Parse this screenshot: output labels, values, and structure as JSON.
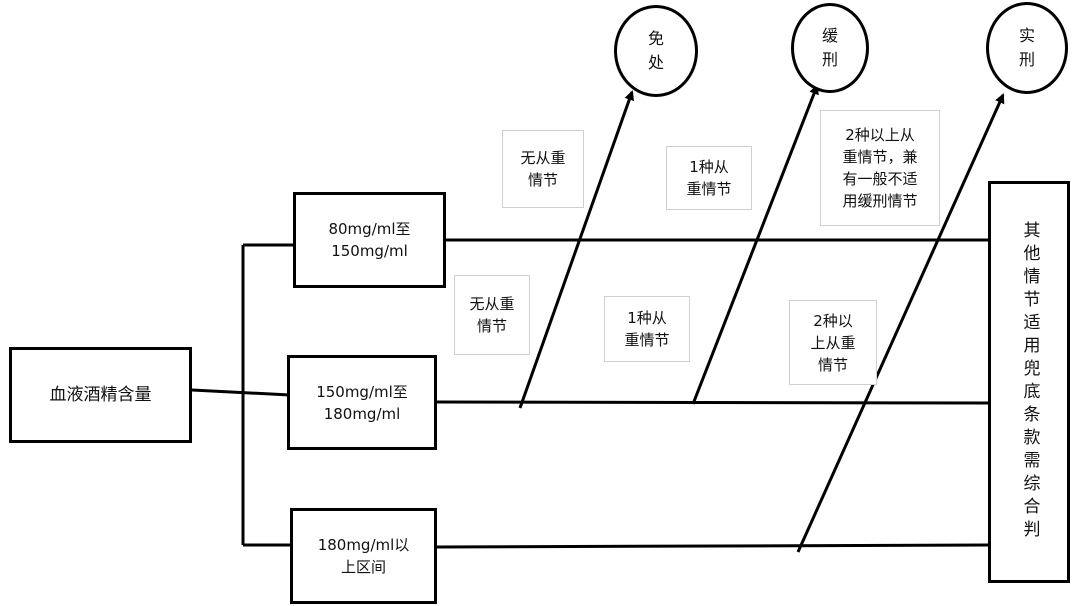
{
  "source_box": {
    "text": "血液酒精含量"
  },
  "ranges": [
    {
      "text": "80mg/ml至\n150mg/ml"
    },
    {
      "text": "150mg/ml至\n180mg/ml"
    },
    {
      "text": "180mg/ml以\n上区间"
    }
  ],
  "outcomes": [
    {
      "text": "免\n处"
    },
    {
      "text": "缓\n刑"
    },
    {
      "text": "实\n刑"
    }
  ],
  "upper_notes": [
    {
      "text": "无从重\n情节"
    },
    {
      "text": "1种从\n重情节"
    },
    {
      "text": "2种以上从\n重情节，兼\n有一般不适\n用缓刑情节"
    }
  ],
  "lower_notes": [
    {
      "text": "无从重\n情节"
    },
    {
      "text": "1种从\n重情节"
    },
    {
      "text": "2种以\n上从重\n情节"
    }
  ],
  "right_box": {
    "text": "其他情节适用兜底条款需综合判"
  }
}
